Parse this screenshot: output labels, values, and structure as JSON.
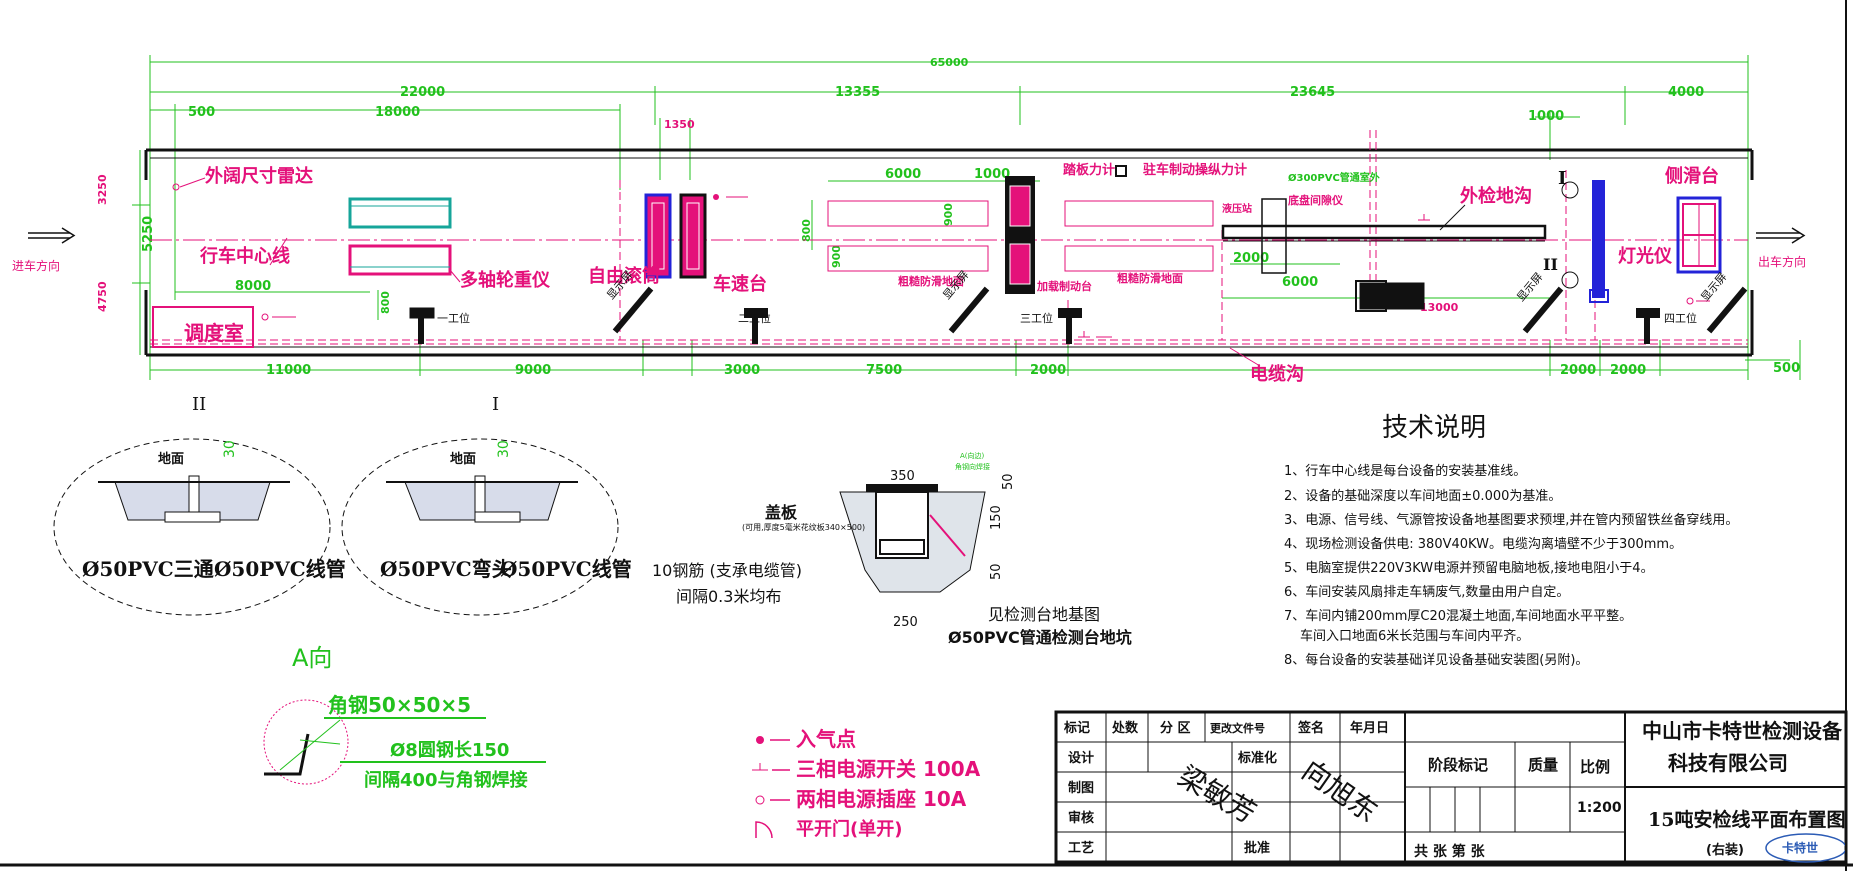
{
  "dimensions": {
    "total": "65000",
    "top": [
      "22000",
      "13355",
      "23645",
      "4000"
    ],
    "sub_top": [
      "500",
      "18000",
      "1350",
      "1000"
    ],
    "left_vertical": [
      "3250",
      "5250",
      "4750"
    ],
    "bottom": [
      "11000",
      "9000",
      "3000",
      "7500",
      "2000",
      "2000",
      "2000",
      "500"
    ],
    "inner": {
      "d8000": "8000",
      "d6000a": "6000",
      "d1000": "1000",
      "d900a": "900",
      "d900b": "900",
      "d800a": "800",
      "d800b": "800",
      "d2000": "2000",
      "d6000b": "6000",
      "d13000": "13000"
    }
  },
  "labels": {
    "outer_radar": "外阔尺寸雷达",
    "center_line": "行车中心线",
    "multi_axle": "多轴轮重仪",
    "dispatch": "调度室",
    "free_roller": "自由滚筒",
    "speed_table": "车速台",
    "pedal_meter": "踏板力计",
    "park_brake": "驻车制动操纵力计",
    "pvc300": "Ø300PVC管通室外",
    "chassis": "底盘间隙仪",
    "press_station": "液压站",
    "rough_floor_1": "粗糙防滑地面",
    "rough_floor_2": "粗糙防滑地面",
    "load_brake": "加载制动台",
    "pit": "外检地沟",
    "side_slip": "侧滑台",
    "headlight": "灯光仪",
    "cable_trench": "电缆沟",
    "screen_1": "显示屏",
    "screen_2": "显示屏",
    "screen_3": "显示屏",
    "screen_4": "显示屏",
    "station_1": "一工位",
    "station_2": "二工位",
    "station_3": "三工位",
    "station_4": "四工位",
    "entry": "进车方向",
    "exit": "出车方向",
    "mark_I": "I",
    "mark_II": "II"
  },
  "details": {
    "sec2_mark": "II",
    "sec2_depth": "30",
    "sec2_ground": "地面",
    "sec2_pvc_a": "Ø50PVC三通",
    "sec2_pvc_b": "Ø50PVC线管",
    "sec1_mark": "I",
    "sec1_depth": "30",
    "sec1_ground": "地面",
    "sec1_pvc_a": "Ø50PVC弯头",
    "sec1_pvc_b": "Ø50PVC线管",
    "cover": "盖板",
    "cover_note": "(可用,厚度5毫米花纹板340×500)",
    "rebar": "10钢筋 (支承电缆管)",
    "rebar_spacing": "间隔0.3米均布",
    "d350": "350",
    "d50a": "50",
    "d150": "150",
    "d50b": "50",
    "d250": "250",
    "a_flag": "A(向边)",
    "a_flag2": "角钢向焊接",
    "see_base": "见检测台地基图",
    "pvc_pit": "Ø50PVC管通检测台地坑",
    "a_view": "A向",
    "angle_steel": "角钢50×50×5",
    "round_steel": "Ø8圆钢长150",
    "weld_note": "间隔400与角钢焊接"
  },
  "legend": [
    {
      "symbol": "air-dot",
      "text": "入气点"
    },
    {
      "symbol": "three-phase-switch",
      "text": "三相电源开关 100A"
    },
    {
      "symbol": "two-phase-socket",
      "text": "两相电源插座 10A"
    },
    {
      "symbol": "door-arc",
      "text": "平开门(单开)"
    }
  ],
  "tech": {
    "title": "技术说明",
    "items": [
      "1、行车中心线是每台设备的安装基准线。",
      "2、设备的基础深度以车间地面±0.000为基准。",
      "3、电源、信号线、气源管按设备地基图要求预埋,并在管内预留铁丝备穿线用。",
      "4、现场检测设备供电: 380V40KW。电缆沟离墙壁不少于300mm。",
      "5、电脑室提供220V3KW电源并预留电脑地板,接地电阻小于4。",
      "6、车间安装风扇排走车辆废气,数量由用户自定。",
      "7、车间内铺200mm厚C20混凝土地面,车间地面水平平整。",
      "车间入口地面6米长范围与车间内平齐。",
      "8、每台设备的安装基础详见设备基础安装图(另附)。"
    ]
  },
  "title_block": {
    "h_mark": "标记",
    "h_count": "处数",
    "h_zone": "分 区",
    "h_doc": "更改文件号",
    "h_sign": "签名",
    "h_date": "年月日",
    "design": "设计",
    "std": "标准化",
    "draw": "制图",
    "check": "审核",
    "craft": "工艺",
    "approve": "批准",
    "stage": "阶段标记",
    "mass": "质量",
    "scale_label": "比例",
    "scale": "1:200",
    "sheets": "共 张 第 张",
    "company_1": "中山市卡特世检测设备",
    "company_2": "科技有限公司",
    "drawing": "15吨安检线平面布置图",
    "variant": "(右装)",
    "signature_1": "梁敏芳",
    "signature_2": "向旭东",
    "brand": "卡特世"
  },
  "colors": {
    "dim": "#22c11d",
    "label": "#e4117a",
    "line": "#111111",
    "equip_blue": "#2323d8",
    "equip_mag": "#e4117a",
    "equip_teal": "#16a59a"
  }
}
